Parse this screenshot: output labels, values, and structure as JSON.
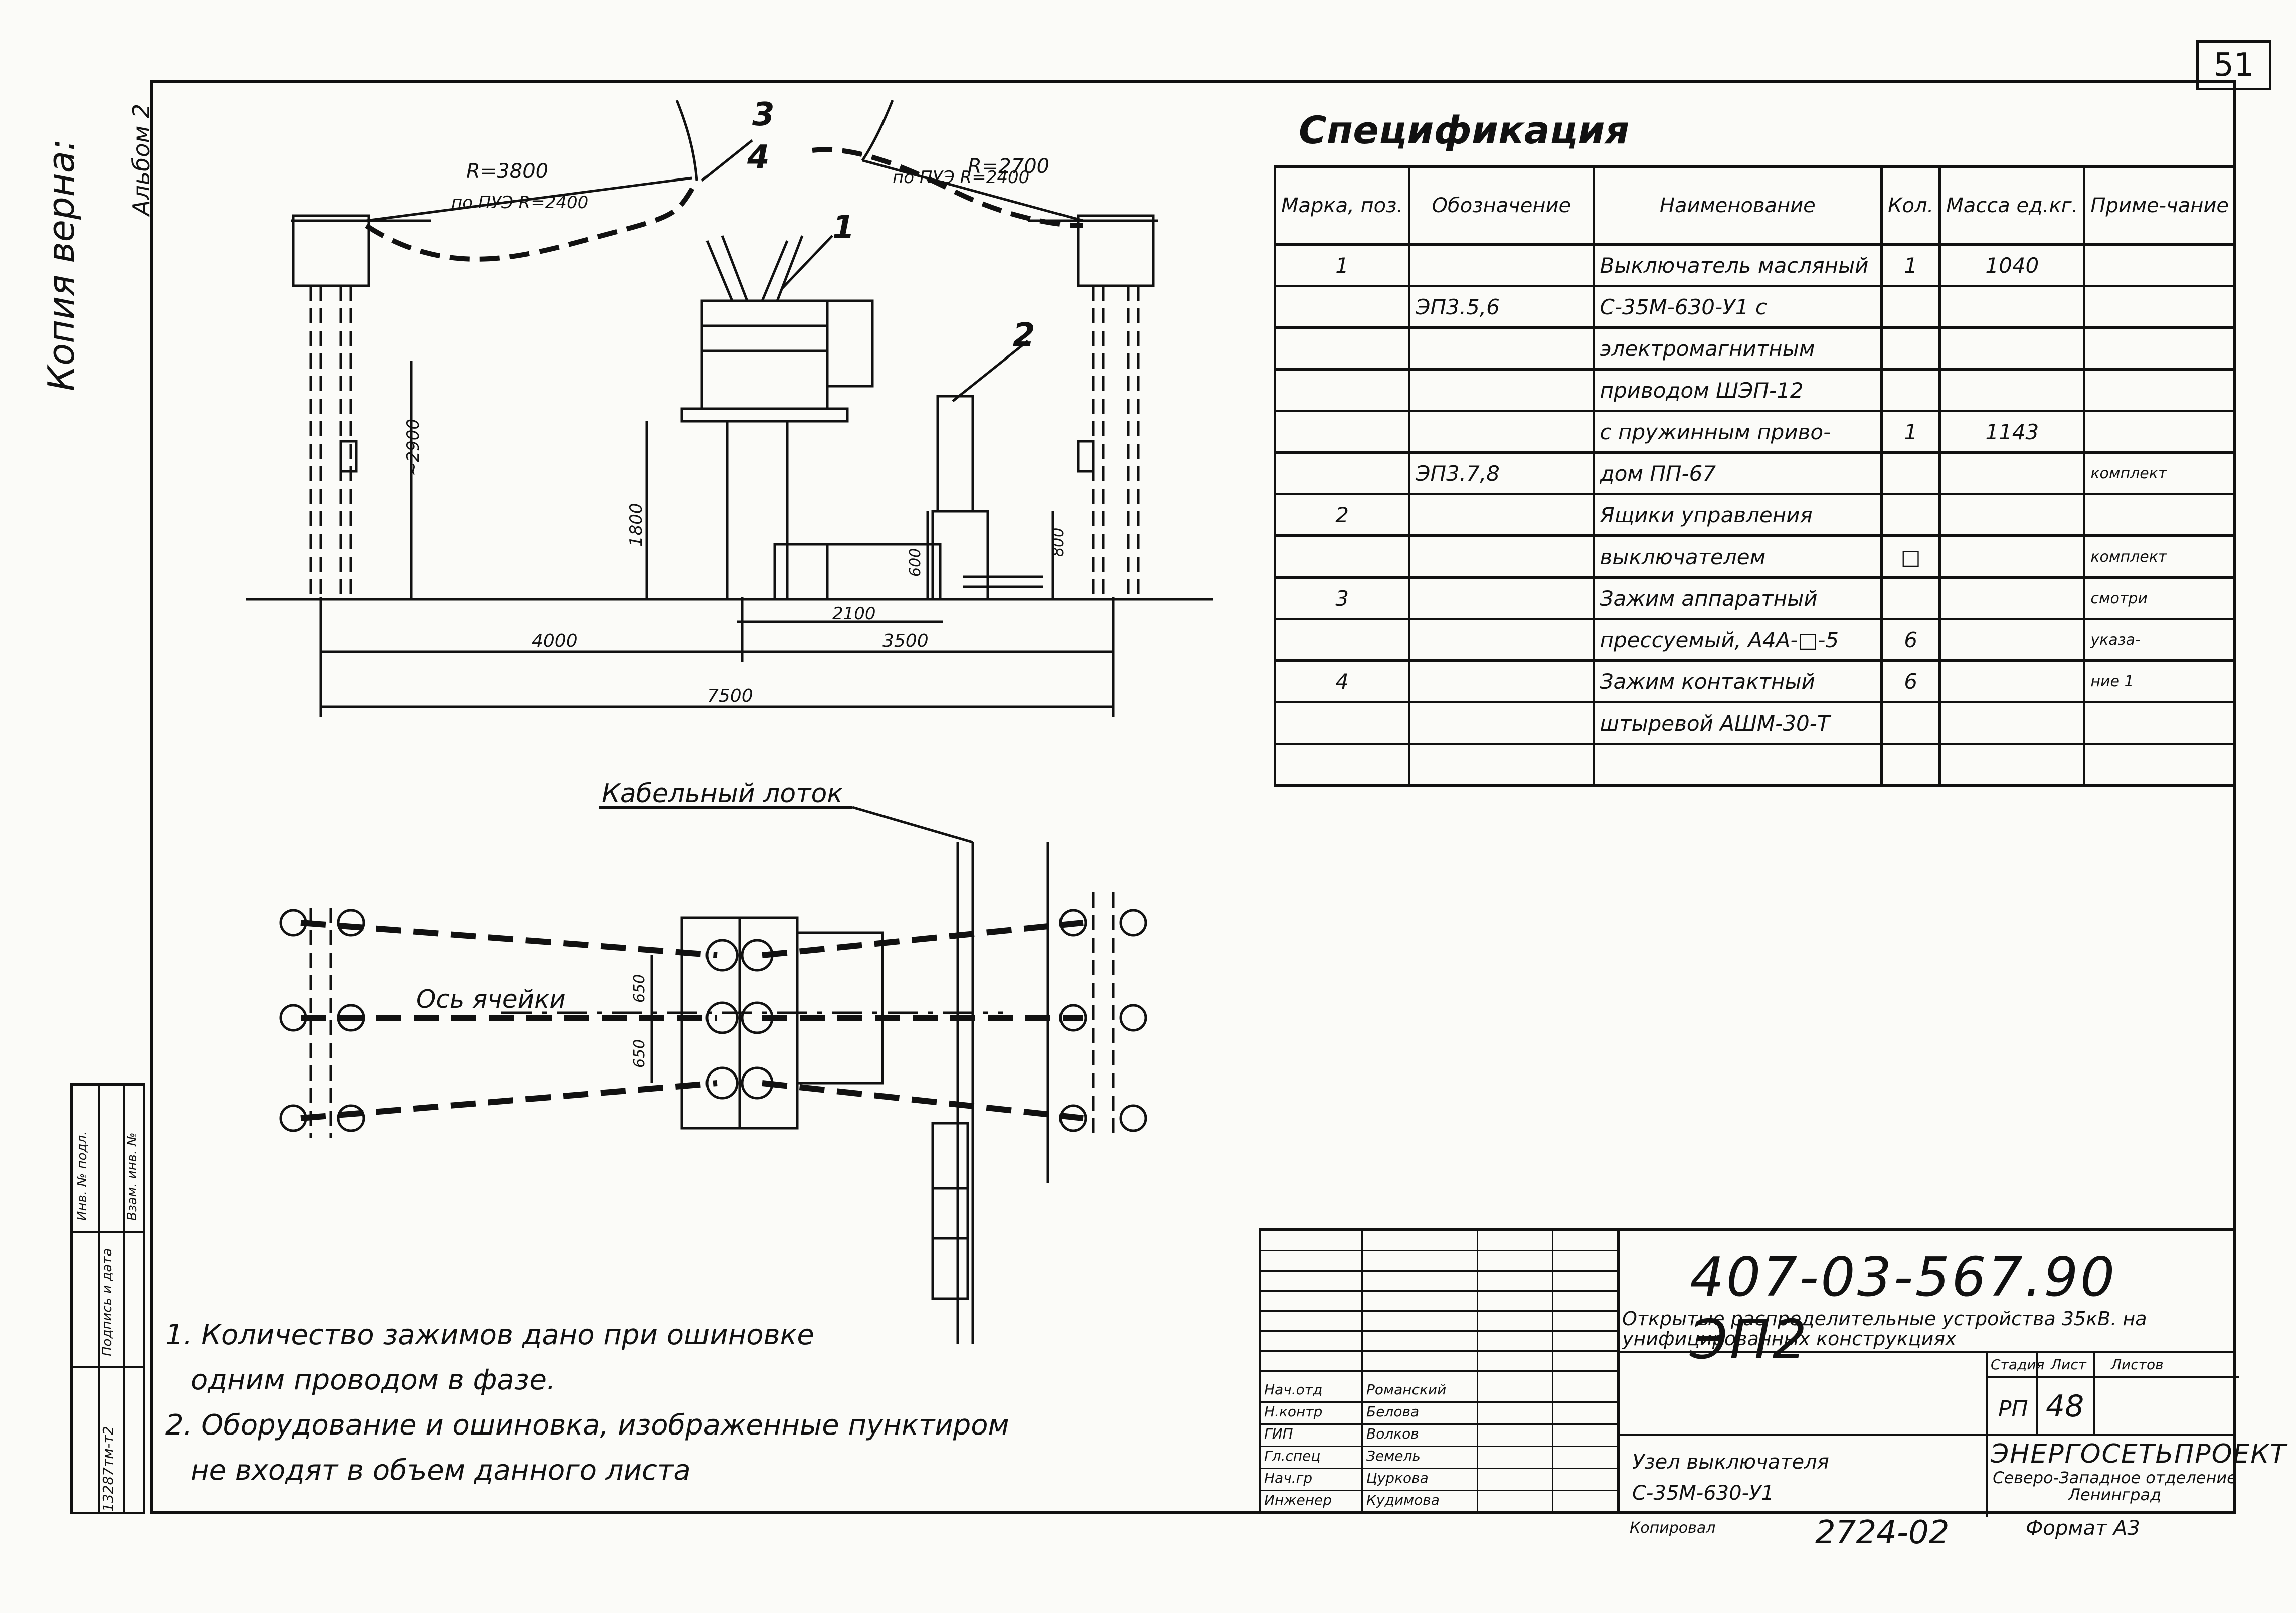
{
  "sheet_number": "51",
  "copy_stamp": "Копия верна:",
  "album": "Альбом 2",
  "margin_stamp": {
    "labels": [
      "Инв. № подл.",
      "Подпись и дата",
      "Взам. инв. №"
    ],
    "inv_number": "13287тм-т2"
  },
  "elevation": {
    "radius_left": "R=3800",
    "radius_left_pue": "по ПУЭ R=2400",
    "radius_right": "R=2700",
    "radius_right_pue": "по ПУЭ R=2400",
    "height_2900": "~2900",
    "height_1800": "1800",
    "dim_600": "600",
    "dim_800": "800",
    "dim_2100": "2100",
    "dim_4000": "4000",
    "dim_3500": "3500",
    "dim_7500": "7500",
    "pos_1": "1",
    "pos_2": "2",
    "pos_3": "3",
    "pos_4": "4"
  },
  "plan": {
    "cable_tray": "Кабельный лоток",
    "cell_axis": "Ось ячейки",
    "dim_650_a": "650",
    "dim_650_b": "650"
  },
  "spec": {
    "title": "Спецификация",
    "headers": {
      "pos": "Марка, поз.",
      "designation": "Обозначение",
      "name": "Наименование",
      "qty": "Кол.",
      "mass": "Масса ед.кг.",
      "note": "Приме-чание"
    },
    "rows": [
      {
        "pos": "1",
        "des": "",
        "name": "Выключатель масляный",
        "qty": "1",
        "mass": "1040",
        "note": ""
      },
      {
        "pos": "",
        "des": "ЭП3.5,6",
        "name": "С-35М-630-У1 с",
        "qty": "",
        "mass": "",
        "note": ""
      },
      {
        "pos": "",
        "des": "",
        "name": "электромагнитным",
        "qty": "",
        "mass": "",
        "note": ""
      },
      {
        "pos": "",
        "des": "",
        "name": "приводом ШЭП-12",
        "qty": "",
        "mass": "",
        "note": ""
      },
      {
        "pos": "",
        "des": "",
        "name": "с пружинным приво-",
        "qty": "1",
        "mass": "1143",
        "note": ""
      },
      {
        "pos": "",
        "des": "ЭП3.7,8",
        "name": "дом ПП-67",
        "qty": "",
        "mass": "",
        "note": "комплект"
      },
      {
        "pos": "2",
        "des": "",
        "name": "Ящики управления",
        "qty": "",
        "mass": "",
        "note": ""
      },
      {
        "pos": "",
        "des": "",
        "name": "выключателем",
        "qty": "□",
        "mass": "",
        "note": "комплект"
      },
      {
        "pos": "3",
        "des": "",
        "name": "Зажим аппаратный",
        "qty": "",
        "mass": "",
        "note": "смотри"
      },
      {
        "pos": "",
        "des": "",
        "name": "прессуемый, А4А-□-5",
        "qty": "6",
        "mass": "",
        "note": "указа-"
      },
      {
        "pos": "4",
        "des": "",
        "name": "Зажим контактный",
        "qty": "6",
        "mass": "",
        "note": "ние 1"
      },
      {
        "pos": "",
        "des": "",
        "name": "штыревой АШМ-30-Т",
        "qty": "",
        "mass": "",
        "note": ""
      },
      {
        "pos": "",
        "des": "",
        "name": "",
        "qty": "",
        "mass": "",
        "note": ""
      }
    ]
  },
  "notes": {
    "n1_a": "1. Количество зажимов дано при ошиновке",
    "n1_b": "одним проводом в фазе.",
    "n2_a": "2. Оборудование и ошиновка, изображенные пунктиром",
    "n2_b": "не входят в объем данного листа"
  },
  "title_block": {
    "doc_code": "407-03-567.90 ЭП2",
    "project": "Открытые распределительные устройства 35кВ. на унифицированных конструкциях",
    "stage_label": "Стадия",
    "sheet_label": "Лист",
    "sheets_label": "Листов",
    "stage": "РП",
    "sheet": "48",
    "roles": [
      {
        "role": "Нач.отд",
        "name": "Романский"
      },
      {
        "role": "Н.контр",
        "name": "Белова"
      },
      {
        "role": "ГИП",
        "name": "Волков"
      },
      {
        "role": "Гл.спец",
        "name": "Земель"
      },
      {
        "role": "Нач.гр",
        "name": "Цуркова"
      },
      {
        "role": "Инженер",
        "name": "Кудимова"
      }
    ],
    "node_name_a": "Узел выключателя",
    "node_name_b": "С-35М-630-У1",
    "org": "ЭНЕРГОСЕТЬПРОЕКТ",
    "org_sub": "Северо-Западное отделение Ленинград"
  },
  "footer": {
    "copier": "Копировал",
    "code": "2724-02",
    "format": "Формат А3"
  }
}
